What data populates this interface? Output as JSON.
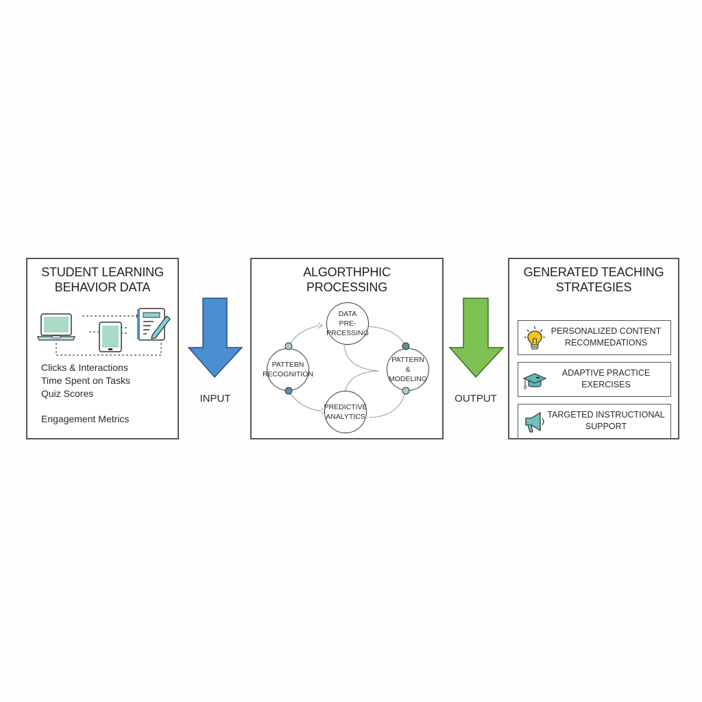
{
  "input_panel": {
    "title_line1": "STUDENT LEARNING",
    "title_line2": "BEHAVIOR DATA",
    "devices": [
      "laptop-icon",
      "tablet-icon",
      "notebook-pencil-icon"
    ],
    "metrics": [
      "Clicks & Interactions",
      "Time Spent on Tasks",
      "Quiz Scores",
      "Engagement Metrics"
    ]
  },
  "input_arrow": {
    "label": "INPUT",
    "color": "#4a8fcf"
  },
  "algo_panel": {
    "title_line1": "ALGORTHPHIC",
    "title_line2": "PROCESSING",
    "nodes": [
      {
        "line1": "DATA",
        "line2": "PRE-PRCESSING"
      },
      {
        "line1": "PATTEBN",
        "line2": "RECOGNITION"
      },
      {
        "line1": "PATTERN",
        "line2": "& MODELING"
      },
      {
        "line1": "PREDICTIVE",
        "line2": "ANALYTICS"
      }
    ],
    "dot_colors": {
      "light": "#a8d5b5",
      "dark": "#5a9a78",
      "blue": "#5b8fc0"
    }
  },
  "output_arrow": {
    "label": "OUTPUT",
    "color": "#7cc152"
  },
  "output_panel": {
    "title_line1": "GENERATED TEACHING",
    "title_line2": "STRATEGIES",
    "strategies": [
      {
        "icon": "lightbulb-icon",
        "line1": "PERSONALIZED CONTENT",
        "line2": "RECOMMEDATIONS"
      },
      {
        "icon": "graduation-cap-icon",
        "line1": "ADAPTIVE PRACTICE",
        "line2": "EXERCISES"
      },
      {
        "icon": "megaphone-icon",
        "line1": "TARGETED INSTRUCTIONAL",
        "line2": "SUPPORT"
      }
    ]
  }
}
